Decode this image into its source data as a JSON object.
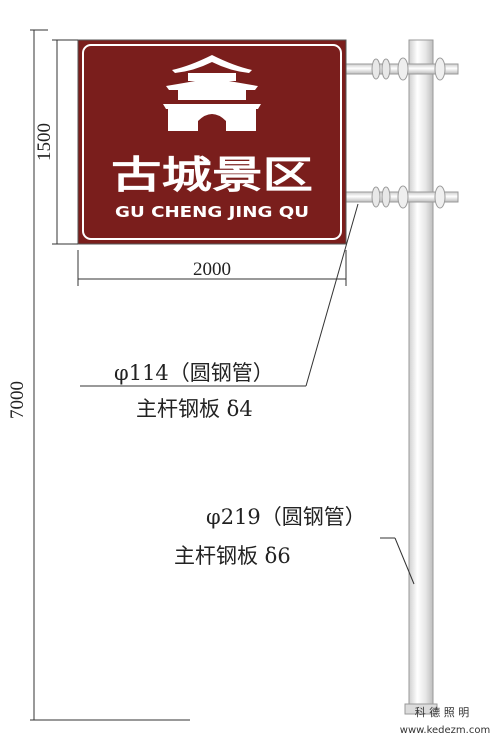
{
  "sign": {
    "title_cn": "古城景区",
    "title_en": "GU CHENG JING QU",
    "color_bg": "#7a1e1c",
    "color_fg": "#ffffff",
    "icon": "city-gate-icon"
  },
  "dimensions": {
    "sign_width": "2000",
    "sign_height": "1500",
    "total_height": "7000"
  },
  "notes": {
    "arm_pipe": "φ114（圆钢管）",
    "arm_plate": "主杆钢板 δ4",
    "main_pipe": "φ219（圆钢管）",
    "main_plate": "主杆钢板 δ6"
  },
  "watermark": {
    "brand": "科 德 照 明",
    "url": "www.kedezm.com"
  }
}
